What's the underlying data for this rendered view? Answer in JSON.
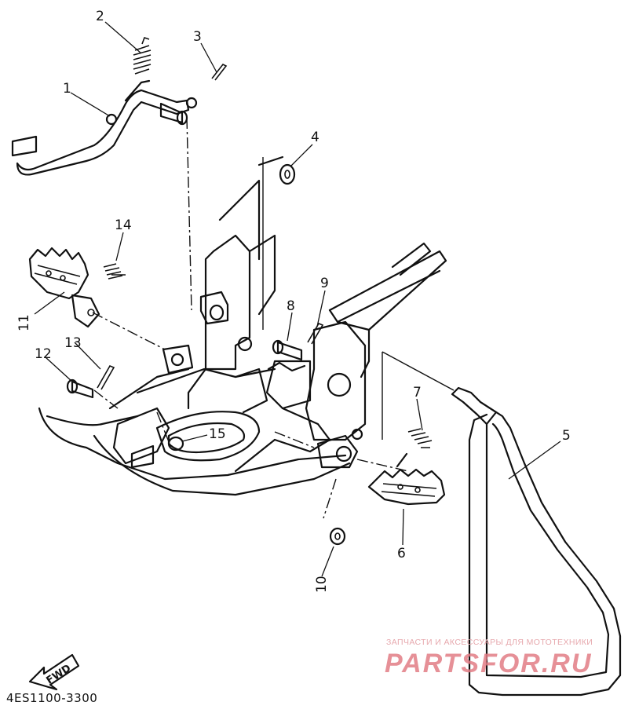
{
  "diagram": {
    "part_numbers": [
      "1",
      "2",
      "3",
      "4",
      "5",
      "6",
      "7",
      "8",
      "9",
      "10",
      "11",
      "12",
      "13",
      "14",
      "15"
    ],
    "direction_arrow_label": "FWD",
    "reference_code": "4ES1100-3300",
    "icons": [
      "fwd-arrow-icon",
      "parts-watermark-logo"
    ]
  },
  "watermark": {
    "tagline": "ЗАПЧАСТИ И АКСЕССУАРЫ ДЛЯ МОТОТЕХНИКИ",
    "logo_text": "PARTSFOR.RU",
    "color": "#e27d86"
  },
  "colors": {
    "ink": "#111111",
    "background": "#ffffff"
  }
}
